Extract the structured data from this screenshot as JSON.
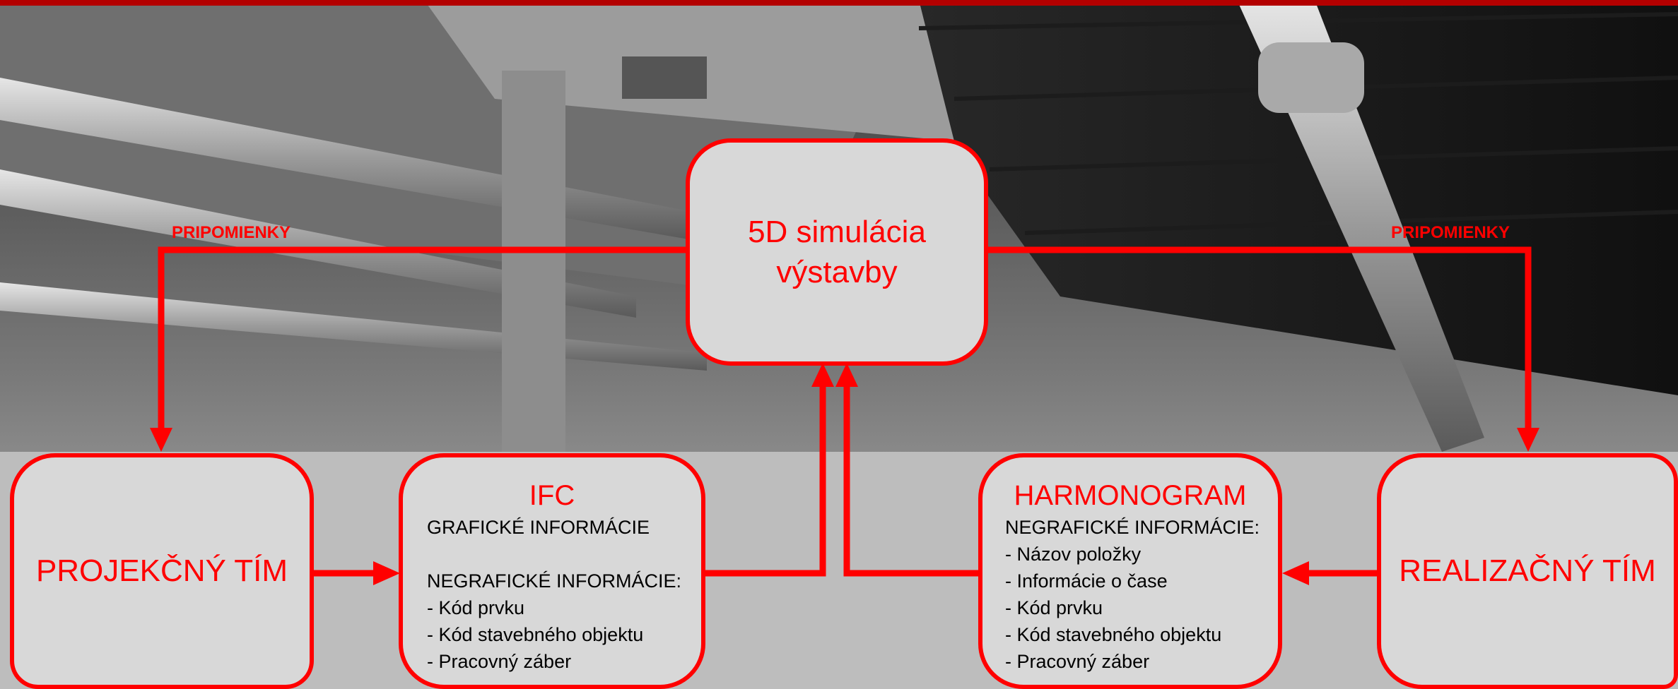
{
  "diagram": {
    "colors": {
      "accent": "#ff0000",
      "box_fill": "#d8d8d8",
      "text": "#000000"
    },
    "sim": {
      "title_line1": "5D simulácia",
      "title_line2": "výstavby"
    },
    "projekcny": {
      "title": "PROJEKČNÝ TÍM"
    },
    "realizacny": {
      "title": "REALIZAČNÝ TÍM"
    },
    "ifc": {
      "title": "IFC",
      "lines": [
        "GRAFICKÉ INFORMÁCIE",
        "",
        "NEGRAFICKÉ INFORMÁCIE:",
        "- Kód prvku",
        "- Kód stavebného objektu",
        "- Pracovný záber"
      ]
    },
    "harmonogram": {
      "title": "HARMONOGRAM",
      "lines": [
        "NEGRAFICKÉ INFORMÁCIE:",
        "- Názov položky",
        "- Informácie o čase",
        "- Kód prvku",
        "- Kód stavebného objektu",
        "- Pracovný záber"
      ]
    },
    "labels": {
      "left_feedback": "PRIPOMIENKY",
      "right_feedback": "PRIPOMIENKY"
    }
  }
}
